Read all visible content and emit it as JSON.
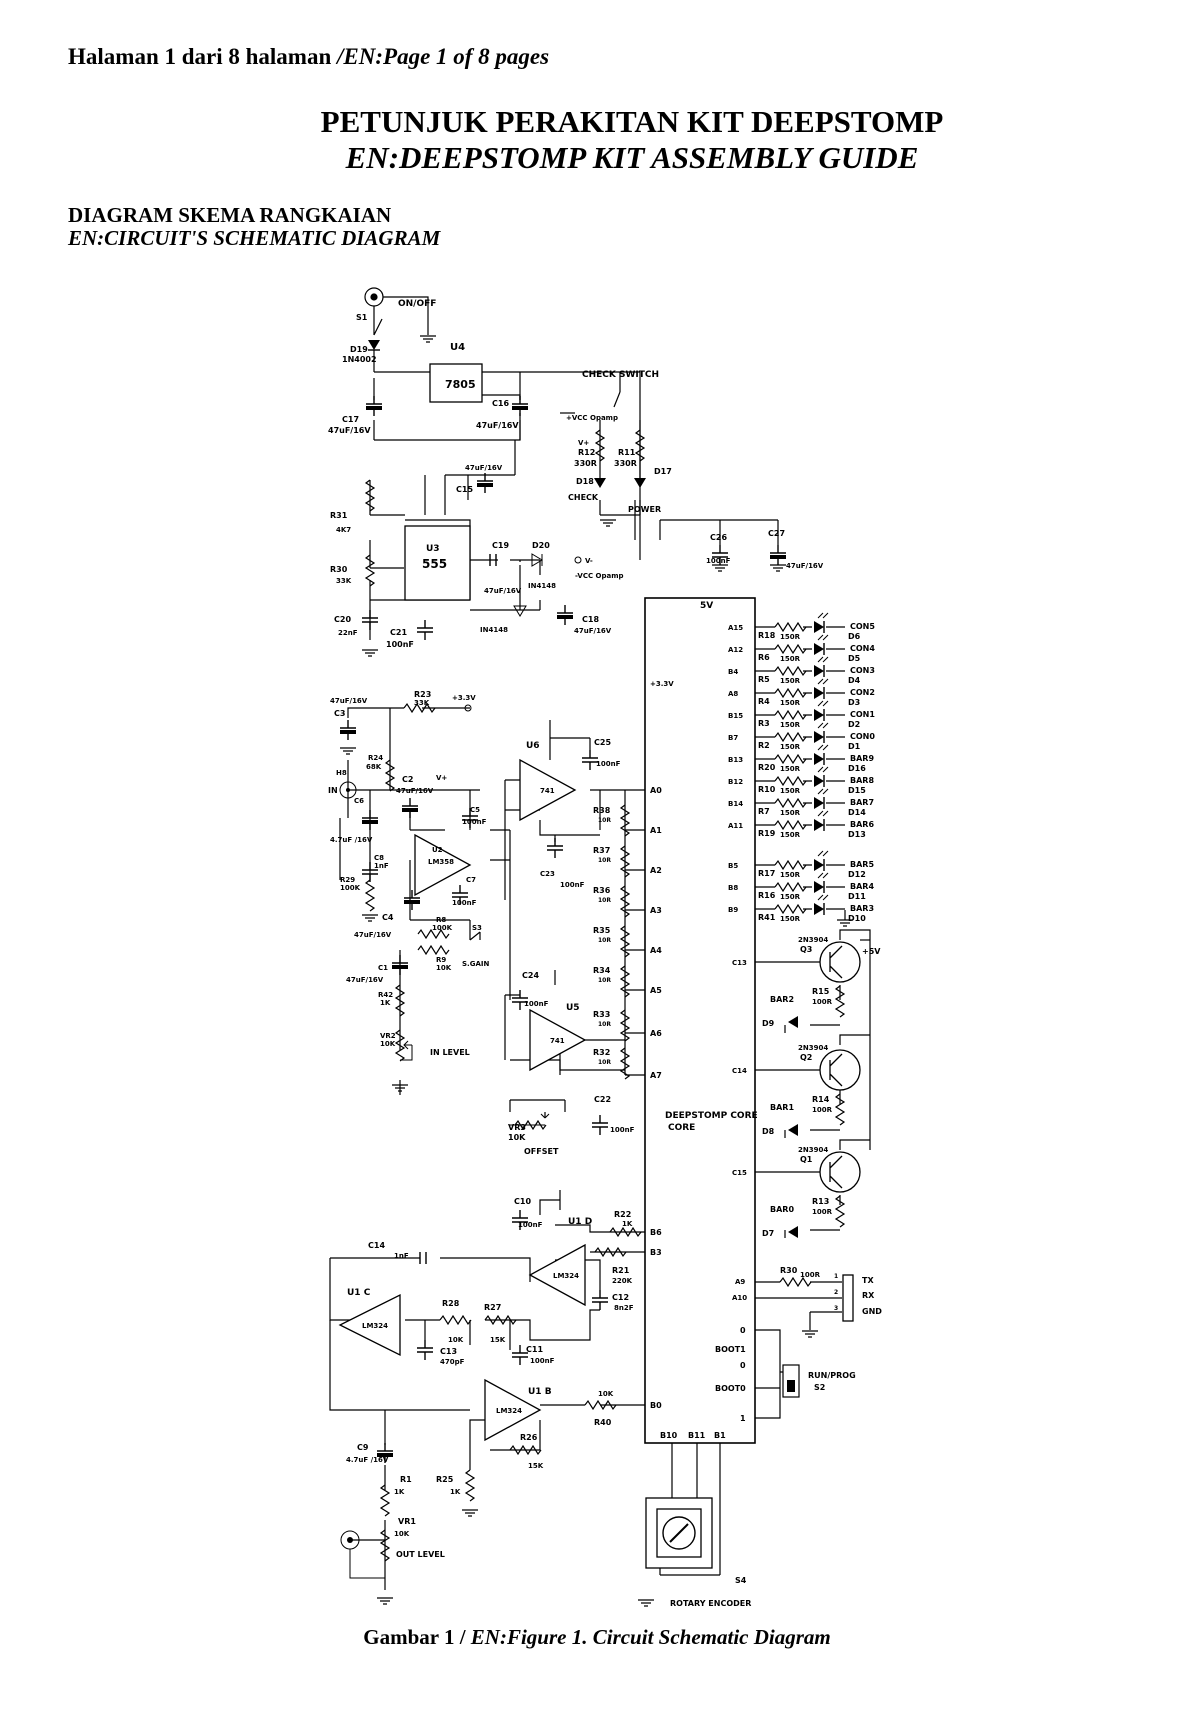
{
  "header": {
    "page_label": "Halaman 1 dari 8 halaman",
    "page_label_en": "/EN:Page 1 of  8 pages"
  },
  "title": {
    "main": "PETUNJUK PERAKITAN KIT DEEPSTOMP",
    "en": "EN:DEEPSTOMP KIT ASSEMBLY GUIDE"
  },
  "section": {
    "heading": "DIAGRAM SKEMA RANGKAIAN",
    "heading_en": "EN:CIRCUIT'S SCHEMATIC DIAGRAM"
  },
  "schematic": {
    "power": {
      "switch": "S1",
      "switch_label": "ON/OFF",
      "diode": "D19",
      "diode_part": "1N4002",
      "regulator": "U4",
      "regulator_part": "7805",
      "c17": "C17",
      "c17_value": "47uF/16V",
      "c16": "C16",
      "c16_value": "47uF/16V",
      "vcc_label": "+VCC\nOpamp",
      "vplus": "V+"
    },
    "check": {
      "title": "CHECK SWITCH",
      "r12": "R12",
      "r12_value": "330R",
      "r11": "R11",
      "r11_value": "330R",
      "d18": "D18",
      "d18_label": "CHECK",
      "d17": "D17",
      "d17_label": "POWER"
    },
    "timer": {
      "chip": "U3",
      "chip_part": "555",
      "r31": "R31",
      "r31_value": "4K7",
      "r30": "R30",
      "r30_value": "33K",
      "c15": "C15",
      "c15_value": "47uF/16V",
      "c20": "C20",
      "c20_value": "22nF",
      "c21": "C21",
      "c21_value": "100nF",
      "c19": "C19",
      "c19_value": "47uF/16V",
      "d20": "D20",
      "d20_part": "IN4148",
      "d21_part": "IN4148",
      "c18": "C18",
      "c18_value": "47uF/16V",
      "vcc_neg": "-VCC\nOpamp",
      "vminus": "V-"
    },
    "core": {
      "name": "DEEPSTOMP\nCORE",
      "v5": "5V",
      "v33": "+3.3V",
      "c26": "C26",
      "c26_value": "100nF",
      "c27": "C27",
      "c27_value": "47uF/16V",
      "left_pins": [
        "A0",
        "A1",
        "A2",
        "A3",
        "A4",
        "A5",
        "A6",
        "A7",
        "B6",
        "B3",
        "B0"
      ],
      "bottom_pins": [
        "B10",
        "B11",
        "B1"
      ]
    },
    "input": {
      "jack": "H8",
      "in_label": "IN",
      "c3": "C3",
      "c3_value": "47uF/16V",
      "r23": "R23",
      "r23_value": "33K",
      "v33": "+3.3V",
      "r24": "R24",
      "r24_value": "68K",
      "c6": "C6",
      "c6_value": "4.7uF\n/16V",
      "c2": "C2",
      "c2_value": "47uF/16V",
      "c5": "C5",
      "c5_value": "100nF",
      "u2": "U2",
      "u2_part": "LM358",
      "c8": "C8",
      "c8_value": "1nF",
      "r29": "R29",
      "r29_value": "100K",
      "c7": "C7",
      "c7_value": "100nF",
      "c4": "C4",
      "c4_value": "47uF/16V",
      "r8": "R8",
      "r8_value": "100K",
      "s3": "S3",
      "r9": "R9",
      "r9_value": "10K",
      "s_gain": "S.GAIN",
      "c1": "C1",
      "c1_value": "47uF/16V",
      "r42": "R42",
      "r42_value": "1K",
      "vr2": "VR2",
      "vr2_value": "10K",
      "vr2_label": "IN LEVEL"
    },
    "adc": {
      "u6": "U6",
      "u6_part": "741",
      "c25": "C25",
      "c25_value": "100nF",
      "c23": "C23",
      "c23_value": "100nF",
      "u5": "U5",
      "u5_part": "741",
      "c24": "C24",
      "c24_value": "100nF",
      "c22": "C22",
      "c22_value": "100nF",
      "vr3": "VR3",
      "vr3_value": "10K",
      "vr3_label": "OFFSET",
      "ladder": [
        {
          "ref": "R38",
          "value": "10R"
        },
        {
          "ref": "R37",
          "value": "10R"
        },
        {
          "ref": "R36",
          "value": "10R"
        },
        {
          "ref": "R35",
          "value": "10R"
        },
        {
          "ref": "R34",
          "value": "10R"
        },
        {
          "ref": "R33",
          "value": "10R"
        },
        {
          "ref": "R32",
          "value": "10R"
        }
      ]
    },
    "output": {
      "u1d": "U1 D",
      "u1c": "U1 C",
      "u1b": "U1 B",
      "part": "LM324",
      "c10": "C10",
      "c10_value": "100nF",
      "r22": "R22",
      "r22_value": "1K",
      "r21": "R21",
      "r21_value": "220K",
      "c14": "C14",
      "c14_value": "1nF",
      "r28": "R28",
      "r28_value": "10K",
      "r27": "R27",
      "r27_value": "15K",
      "c12": "C12",
      "c12_value": "8n2F",
      "c13": "C13",
      "c13_value": "470pF",
      "c11": "C11",
      "c11_value": "100nF",
      "r40": "R40",
      "r40_value": "10K",
      "r26": "R26",
      "r26_value": "15K",
      "c9": "C9",
      "c9_value": "4.7uF\n/16V",
      "r1": "R1",
      "r1_value": "1K",
      "r25": "R25",
      "r25_value": "1K",
      "vr1": "VR1",
      "vr1_value": "10K",
      "vr1_label": "OUT LEVEL"
    },
    "leds": [
      {
        "pin": "A15",
        "r": "R18",
        "rv": "150R",
        "d": "D6",
        "con": "CON5"
      },
      {
        "pin": "A12",
        "r": "R6",
        "rv": "150R",
        "d": "D5",
        "con": "CON4"
      },
      {
        "pin": "B4",
        "r": "R5",
        "rv": "150R",
        "d": "D4",
        "con": "CON3"
      },
      {
        "pin": "A8",
        "r": "R4",
        "rv": "150R",
        "d": "D3",
        "con": "CON2"
      },
      {
        "pin": "B15",
        "r": "R3",
        "rv": "150R",
        "d": "D2",
        "con": "CON1"
      },
      {
        "pin": "B7",
        "r": "R2",
        "rv": "150R",
        "d": "D1",
        "con": "CON0"
      },
      {
        "pin": "B13",
        "r": "R20",
        "rv": "150R",
        "d": "D16",
        "con": "BAR9"
      },
      {
        "pin": "B12",
        "r": "R10",
        "rv": "150R",
        "d": "D15",
        "con": "BAR8"
      },
      {
        "pin": "B14",
        "r": "R7",
        "rv": "150R",
        "d": "D14",
        "con": "BAR7"
      },
      {
        "pin": "A11",
        "r": "R19",
        "rv": "150R",
        "d": "D13",
        "con": "BAR6"
      },
      {
        "pin": "B5",
        "r": "R17",
        "rv": "150R",
        "d": "D12",
        "con": "BAR5"
      },
      {
        "pin": "B8",
        "r": "R16",
        "rv": "150R",
        "d": "D11",
        "con": "BAR4"
      },
      {
        "pin": "B9",
        "r": "R41",
        "rv": "150R",
        "d": "D10",
        "con": "BAR3"
      }
    ],
    "transistors": [
      {
        "pin": "C13",
        "q": "Q3",
        "part": "2N3904",
        "r": "R15",
        "rv": "100R",
        "d": "D9",
        "bar": "BAR2"
      },
      {
        "pin": "C14",
        "q": "Q2",
        "part": "2N3904",
        "r": "R14",
        "rv": "100R",
        "d": "D8",
        "bar": "BAR1"
      },
      {
        "pin": "C15",
        "q": "Q1",
        "part": "2N3904",
        "r": "R13",
        "rv": "100R",
        "d": "D7",
        "bar": "BAR0"
      }
    ],
    "v5plus": "+5V",
    "serial": {
      "pin_tx": "A9",
      "pin_rx": "A10",
      "r": "R30",
      "rv": "100R",
      "labels": [
        "TX",
        "RX",
        "GND"
      ],
      "nums": [
        "1",
        "2",
        "3"
      ]
    },
    "boot": {
      "boot1": "BOOT1",
      "boot0": "BOOT0",
      "zero": "0",
      "one": "1",
      "switch_label": "RUN/PROG",
      "switch": "S2"
    },
    "encoder": {
      "ref": "S4",
      "label": "ROTARY ENCODER"
    }
  },
  "caption": {
    "prefix": "Gambar 1 / ",
    "en": "EN:Figure 1. Circuit Schematic Diagram"
  }
}
